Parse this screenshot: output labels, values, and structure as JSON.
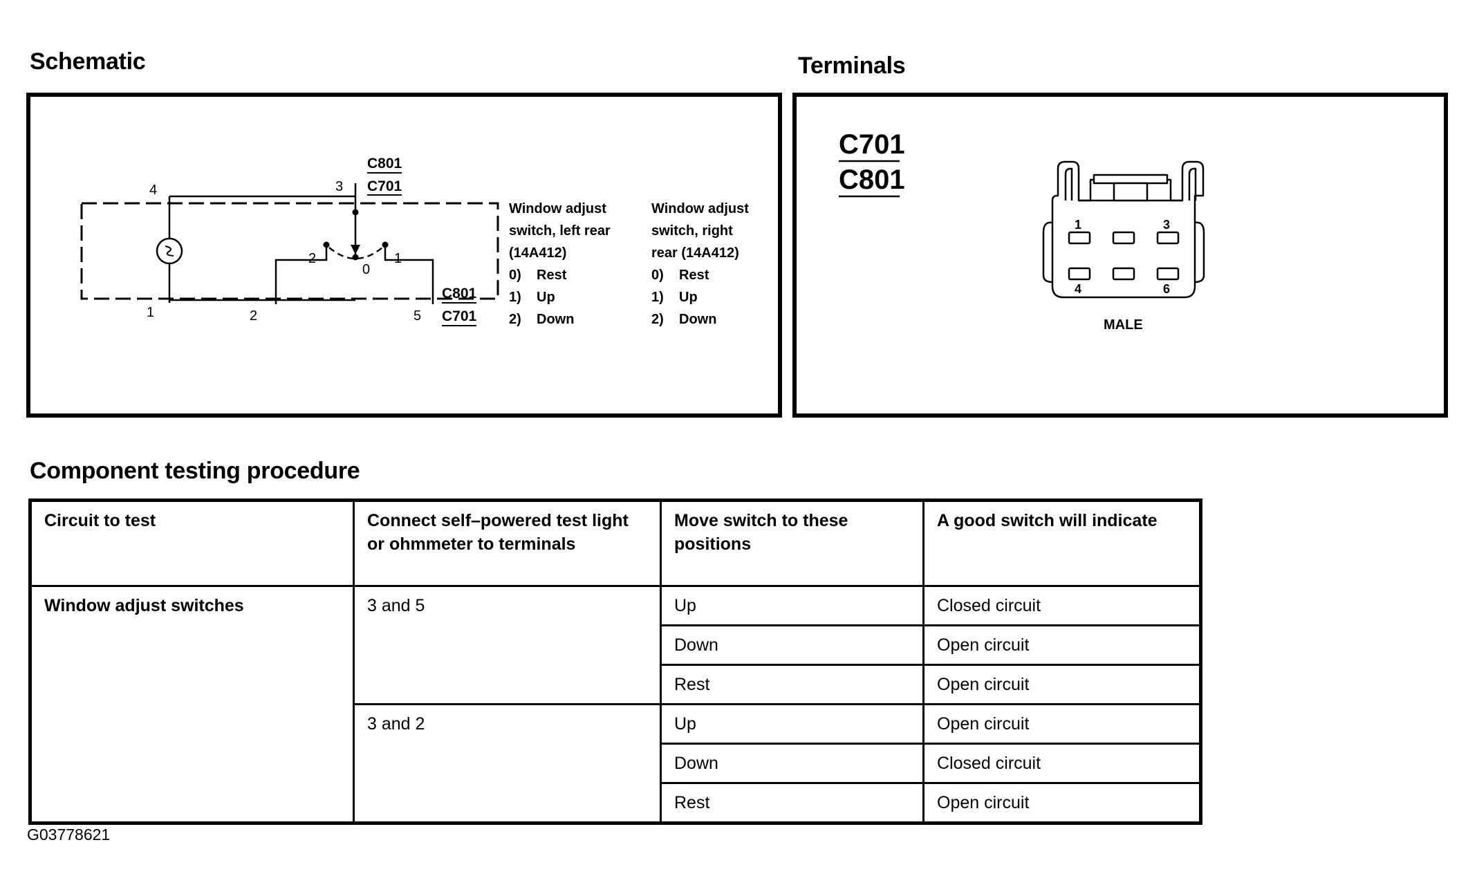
{
  "schematic": {
    "heading": "Schematic",
    "labels": {
      "c801_top": "C801",
      "c701_top": "C701",
      "pin4": "4",
      "pin3": "3",
      "pin1": "1",
      "pin2": "2",
      "pin5": "5",
      "pos2": "2",
      "pos0": "0",
      "pos1": "1",
      "c801_bottom": "C801",
      "c701_bottom": "C701"
    },
    "left_switch": {
      "lines": [
        "Window adjust",
        "switch, left rear",
        "(14A412)"
      ],
      "positions": [
        {
          "num": "0)",
          "name": "Rest"
        },
        {
          "num": "1)",
          "name": "Up"
        },
        {
          "num": "2)",
          "name": "Down"
        }
      ]
    },
    "right_switch": {
      "lines": [
        "Window adjust",
        "switch, right",
        "rear (14A412)"
      ],
      "positions": [
        {
          "num": "0)",
          "name": "Rest"
        },
        {
          "num": "1)",
          "name": "Up"
        },
        {
          "num": "2)",
          "name": "Down"
        }
      ]
    }
  },
  "terminals": {
    "heading": "Terminals",
    "connector_1": "C701",
    "connector_2": "C801",
    "pin_labels": {
      "p1": "1",
      "p3": "3",
      "p4": "4",
      "p6": "6"
    },
    "gender": "MALE"
  },
  "procedure": {
    "heading": "Component testing procedure",
    "headers": [
      "Circuit to test",
      "Connect self–powered test light or ohmmeter to terminals",
      "Move switch to these positions",
      "A good switch will indicate"
    ],
    "circuit": "Window adjust switches",
    "groups": [
      {
        "terminals": "3 and 5",
        "rows": [
          {
            "position": "Up",
            "result": "Closed circuit"
          },
          {
            "position": "Down",
            "result": "Open circuit"
          },
          {
            "position": "Rest",
            "result": "Open circuit"
          }
        ]
      },
      {
        "terminals": "3 and 2",
        "rows": [
          {
            "position": "Up",
            "result": "Open circuit"
          },
          {
            "position": "Down",
            "result": "Closed circuit"
          },
          {
            "position": "Rest",
            "result": "Open circuit"
          }
        ]
      }
    ]
  },
  "figure_id": "G03778621"
}
